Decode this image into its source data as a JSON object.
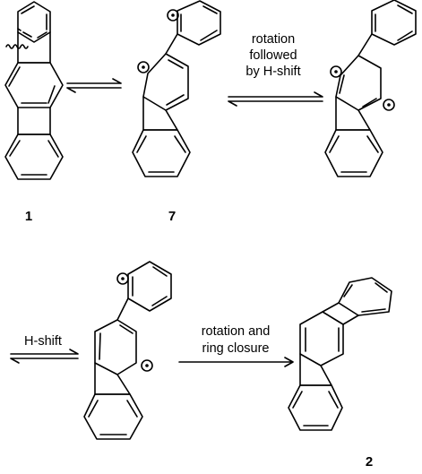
{
  "compounds": [
    {
      "label": "1"
    },
    {
      "label": "7"
    },
    {
      "label": ""
    },
    {
      "label": ""
    },
    {
      "label": "2"
    }
  ],
  "steps": {
    "step1": {
      "lines": []
    },
    "step2": {
      "lines": [
        "rotation",
        "followed",
        "by H-shift"
      ]
    },
    "step3": {
      "lines": [
        "H-shift"
      ]
    },
    "step4": {
      "lines": [
        "rotation and",
        "ring closure"
      ]
    }
  }
}
